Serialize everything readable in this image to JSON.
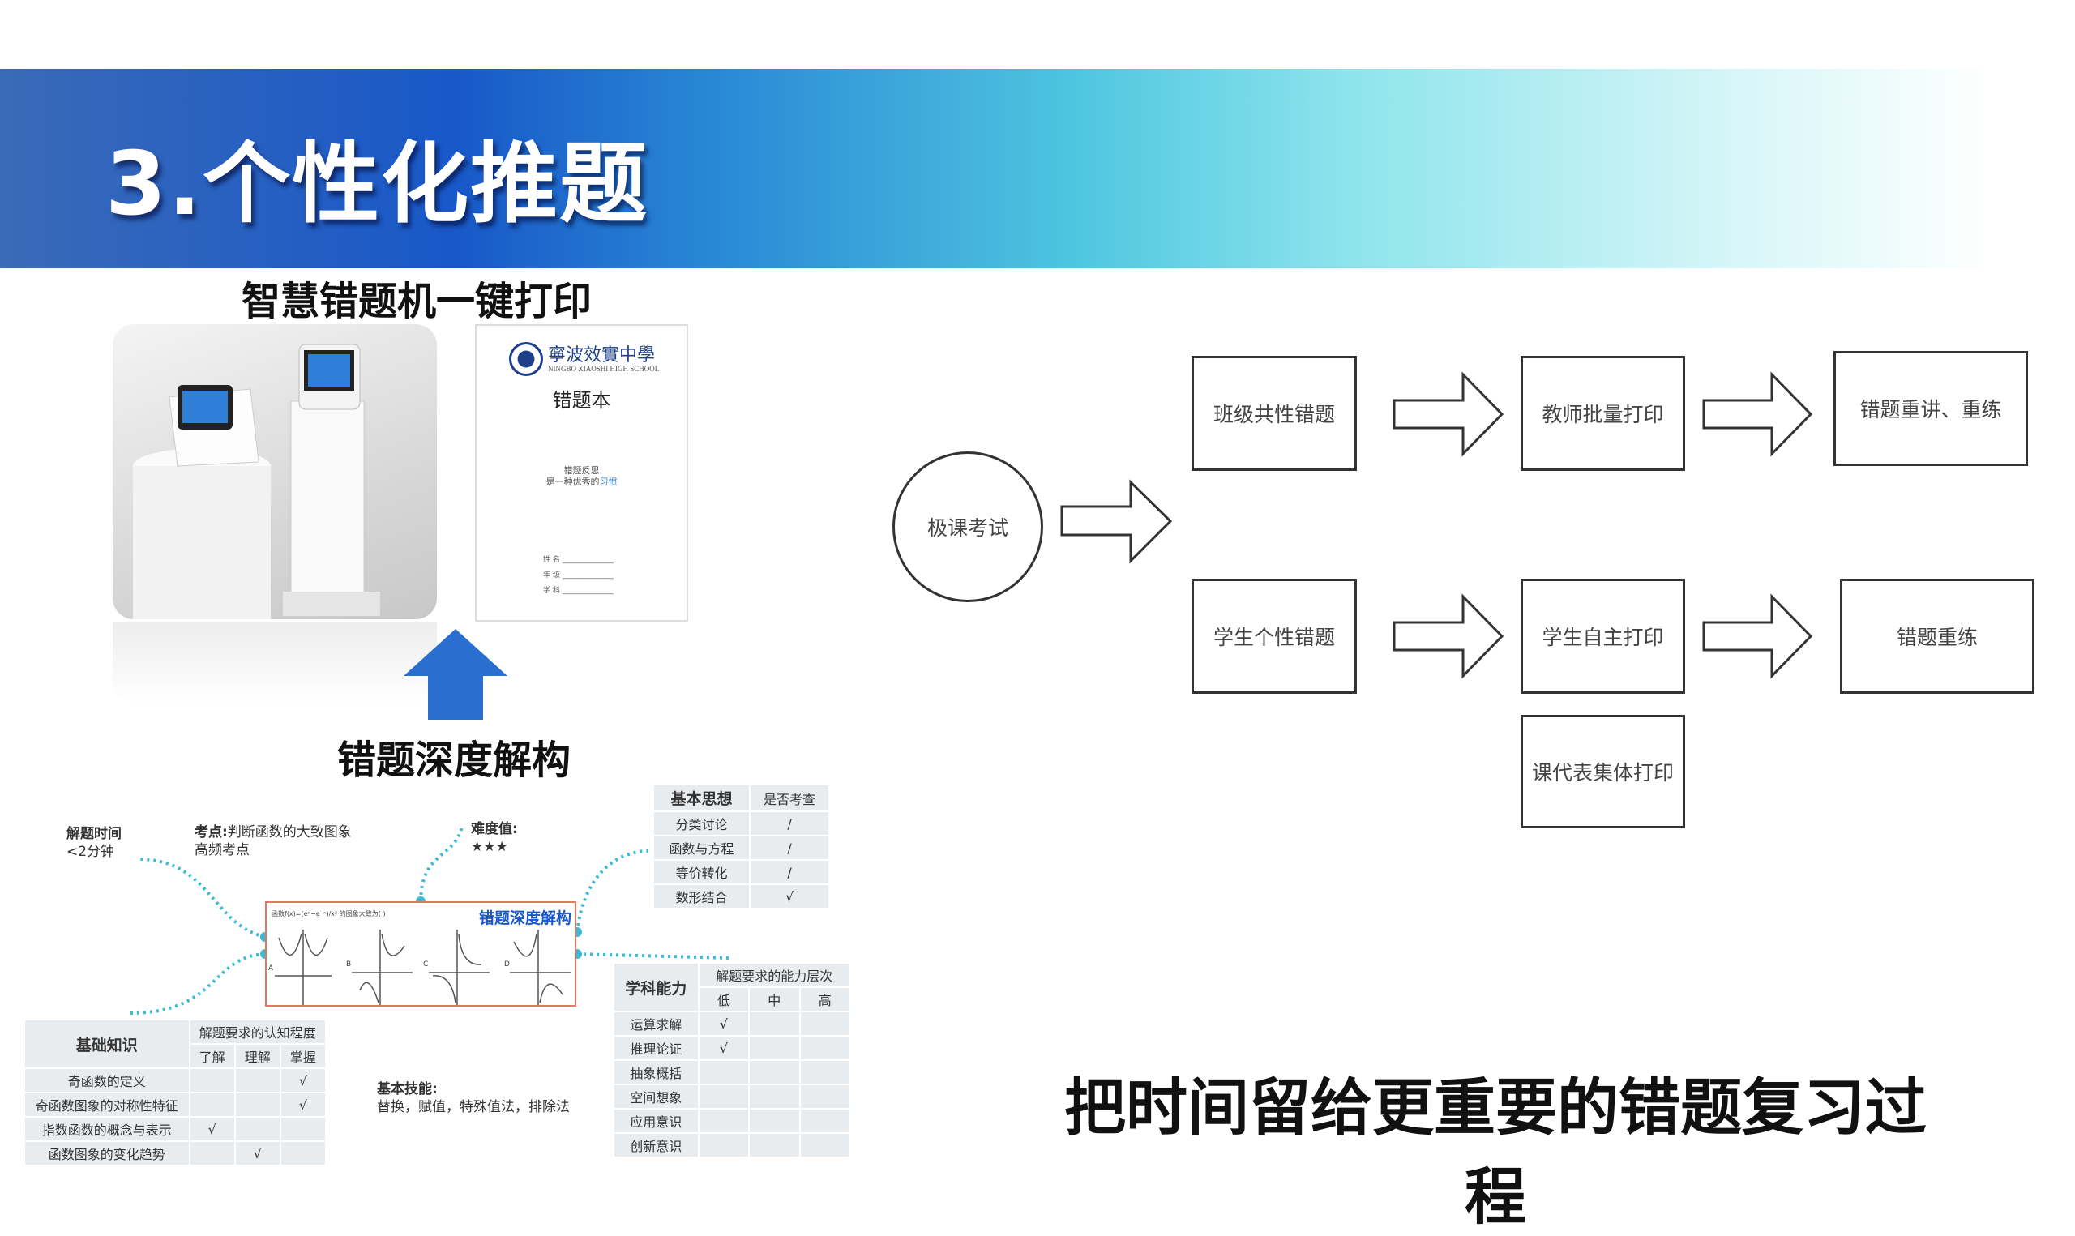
{
  "header": {
    "title": "3.个性化推题"
  },
  "left": {
    "print_heading": "智慧错题机一键打印",
    "deconstruct_heading": "错题深度解构",
    "cover": {
      "school_cn": "寧波效實中學",
      "school_en": "NINGBO XIAOSHI HIGH SCHOOL",
      "title": "错题本",
      "motto_1": "错题反思",
      "motto_2a": "是一种优秀的",
      "motto_2b": "习惯",
      "fields": [
        "姓 名",
        "年 级",
        "学 科"
      ]
    }
  },
  "diagram": {
    "time_label": "解题时间",
    "time_value": "<2分钟",
    "point_label": "考点:",
    "point_value": "判断函数的大致图象",
    "point_freq": "高频考点",
    "difficulty_label": "难度值:",
    "difficulty_value": "★★★",
    "center_label": "错题深度解构",
    "question": "函数f(x)=(eˣ−e⁻ˣ)/x² 的图象大致为(   )",
    "options": [
      "A",
      "B",
      "C",
      "D"
    ],
    "skills_label": "基本技能:",
    "skills_value": "替换，赋值，特殊值法，排除法",
    "thought_table": {
      "header": [
        "基本思想",
        "是否考查"
      ],
      "rows": [
        [
          "分类讨论",
          "/"
        ],
        [
          "函数与方程",
          "/"
        ],
        [
          "等价转化",
          "/"
        ],
        [
          "数形结合",
          "√"
        ]
      ]
    },
    "ability_table": {
      "title": "学科能力",
      "group": "解题要求的能力层次",
      "levels": [
        "低",
        "中",
        "高"
      ],
      "rows": [
        [
          "运算求解",
          "√",
          "",
          ""
        ],
        [
          "推理论证",
          "√",
          "",
          ""
        ],
        [
          "抽象概括",
          "",
          "",
          ""
        ],
        [
          "空间想象",
          "",
          "",
          ""
        ],
        [
          "应用意识",
          "",
          "",
          ""
        ],
        [
          "创新意识",
          "",
          "",
          ""
        ]
      ]
    },
    "knowledge_table": {
      "title": "基础知识",
      "group": "解题要求的认知程度",
      "levels": [
        "了解",
        "理解",
        "掌握"
      ],
      "rows": [
        [
          "奇函数的定义",
          "",
          "",
          "√"
        ],
        [
          "奇函数图象的对称性特征",
          "",
          "",
          "√"
        ],
        [
          "指数函数的概念与表示",
          "√",
          "",
          ""
        ],
        [
          "函数图象的变化趋势",
          "",
          "√",
          ""
        ]
      ]
    }
  },
  "flow": {
    "start": "极课考试",
    "top": [
      "班级共性错题",
      "教师批量打印",
      "错题重讲、重练"
    ],
    "bottom": [
      "学生个性错题",
      "学生自主打印",
      "错题重练"
    ],
    "extra": "课代表集体打印"
  },
  "slogan": "把时间留给更重要的错题复习过程",
  "colors": {
    "accent_blue": "#1858c8",
    "cyan": "#3bbbd6",
    "box_red": "#e07a5f"
  }
}
